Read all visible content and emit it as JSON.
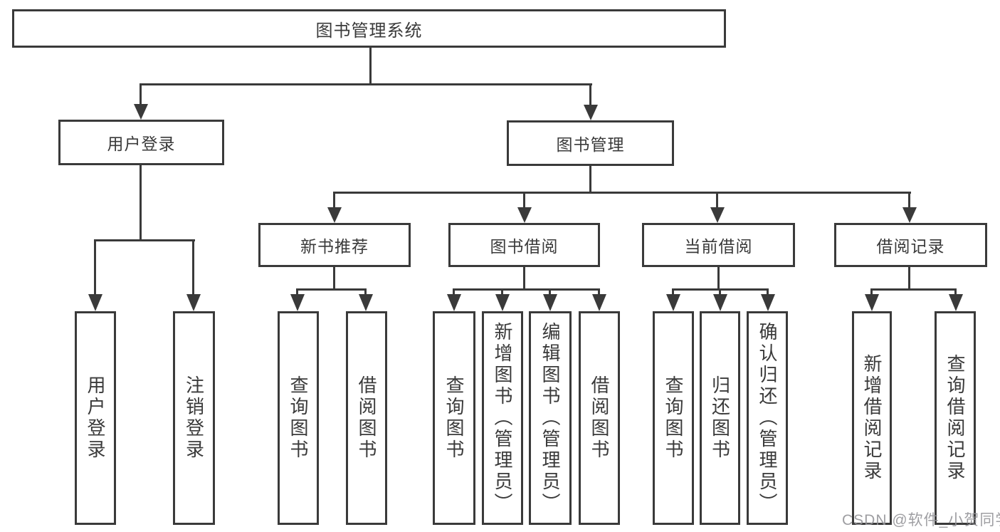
{
  "diagram": {
    "nodes": {
      "root": "图书管理系统",
      "user_login": "用户登录",
      "book_management": "图书管理",
      "login": "用户登录",
      "logout": "注销登录",
      "new_book_recommend": "新书推荐",
      "book_borrowing": "图书借阅",
      "current_borrowing": "当前借阅",
      "borrowing_records": "借阅记录",
      "nbr_query_books": "查询图书",
      "nbr_borrow_books": "借阅图书",
      "bb_query_books": "查询图书",
      "bb_add_books": "新增图书（管理员）",
      "bb_edit_books": "编辑图书（管理员）",
      "bb_borrow_books": "借阅图书",
      "cb_query_books": "查询图书",
      "cb_return_books": "归还图书",
      "cb_confirm_return": "确认归还（管理员）",
      "br_add_record": "新增借阅记录",
      "br_query_record": "查询借阅记录"
    },
    "watermark": "CSDN @软件_小贺同学",
    "colors": {
      "line": "#3a3a3a",
      "text": "#3a3a3a",
      "watermark": "#949498",
      "background": "#ffffff"
    }
  }
}
